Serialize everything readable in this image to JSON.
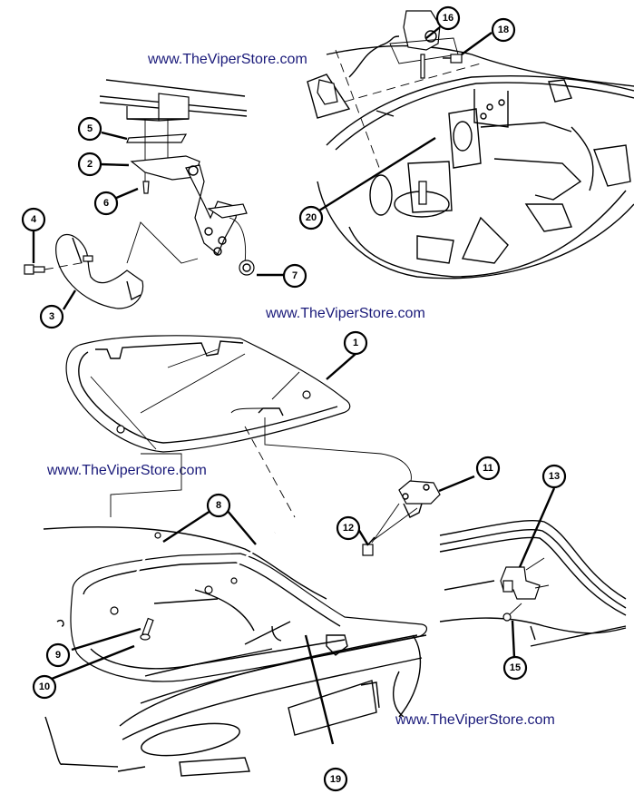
{
  "title": "Viper Decklid / Trunk Lid Exploded Parts Diagram",
  "watermarks": [
    {
      "text": "www.TheViperStore.com"
    },
    {
      "text": "www.TheViperStore.com"
    },
    {
      "text": "www.TheViperStore.com"
    },
    {
      "text": "www.TheViperStore.com"
    }
  ],
  "callouts": [
    {
      "id": "1"
    },
    {
      "id": "2"
    },
    {
      "id": "3"
    },
    {
      "id": "4"
    },
    {
      "id": "5"
    },
    {
      "id": "6"
    },
    {
      "id": "7"
    },
    {
      "id": "8"
    },
    {
      "id": "9"
    },
    {
      "id": "10"
    },
    {
      "id": "11"
    },
    {
      "id": "12"
    },
    {
      "id": "13"
    },
    {
      "id": "15"
    },
    {
      "id": "16"
    },
    {
      "id": "18"
    },
    {
      "id": "19"
    },
    {
      "id": "20"
    }
  ],
  "colors": {
    "watermark": "#1a1a7a",
    "line": "#000000",
    "background": "#ffffff"
  }
}
